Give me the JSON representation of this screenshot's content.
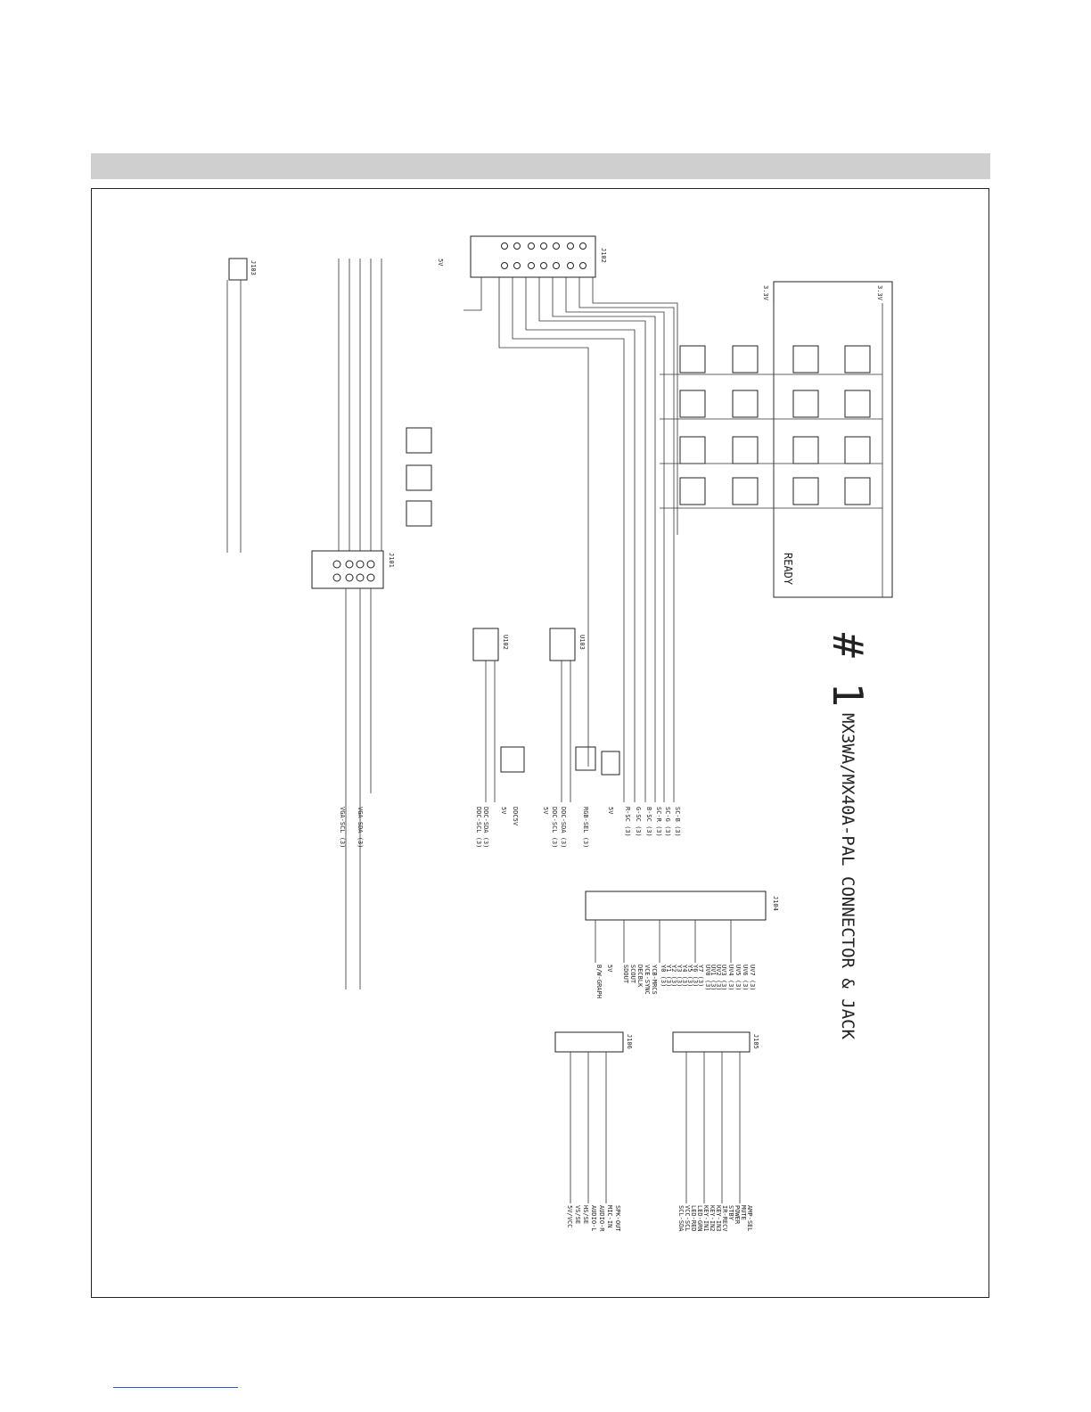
{
  "page": {
    "title_number": "# 1",
    "title_text": "MX3WA/MX40A-PAL CONNECTOR & JACK"
  },
  "blocks": {
    "ready_label": "READY",
    "j102": "J102",
    "j103": "J103",
    "j104": "J104",
    "j105": "J105",
    "j101": "J101",
    "j106": "J106",
    "u102": "U102",
    "u103": "U103",
    "rail_33v_a": "3.3V",
    "rail_33v_b": "3.3V",
    "rail_5v": "5V"
  },
  "signals_bottom": [
    "VGA-SCL (3)",
    "VGA-SDA (3)",
    "DDC-SCL (3)",
    "DDC-SDA (3)",
    "5V",
    "DDC5V",
    "5V",
    "DDC-SCL (3)",
    "DDC-SDA (3)",
    "RGB-SEL (3)",
    "5V",
    "R-SC (3)",
    "G-SC (3)",
    "B-SC (3)",
    "SC-R (3)",
    "SC-G (3)",
    "SC-B (3)"
  ],
  "signals_j104": [
    "B/W-GRAPH",
    "5V",
    "SDOUT",
    "SCOUT",
    "DECBLK",
    "VCE-SYNC",
    "YCB-MRCS",
    "Y0 (3)",
    "Y1 (3)",
    "Y2 (3)",
    "Y3 (3)",
    "Y4 (3)",
    "Y5 (3)",
    "Y6 (3)",
    "Y7 (3)",
    "UV0 (3)",
    "UV1 (3)",
    "UV2 (3)",
    "UV3 (3)",
    "UV4 (3)",
    "UV5 (3)",
    "UV6 (3)",
    "UV7 (3)"
  ],
  "signals_j105": [
    "SCL-SDA",
    "VCC-SCL",
    "LED-RED",
    "LED-GRN",
    "KEY-IN1",
    "KEY-IN2",
    "KEY-IN3",
    "IR-RECV",
    "STBY",
    "POWER",
    "MUTE",
    "AMP-SEL"
  ],
  "signals_j106": [
    "5V/VCC",
    "VS/SE",
    "HS/SE",
    "AUDIO-L",
    "AUDIO-R",
    "MIC-IN",
    "SPK-OUT"
  ]
}
